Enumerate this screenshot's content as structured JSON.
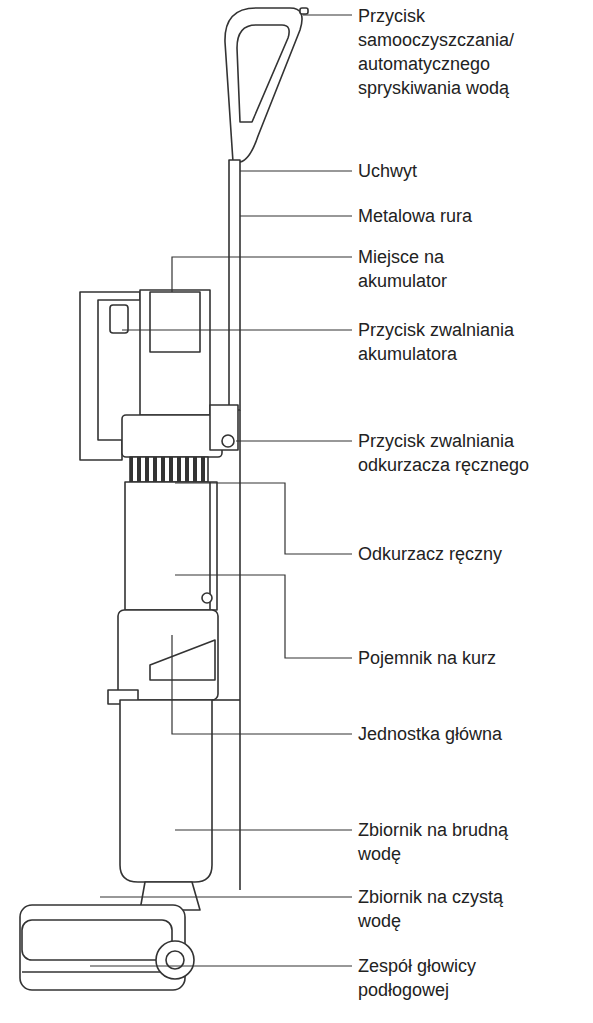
{
  "diagram": {
    "labels": [
      "Przycisk samooczyszczania/ automatycznego spryskiwania wodą",
      "Uchwyt",
      "Metalowa rura",
      "Miejsce na akumulator",
      "Przycisk zwalniania akumulatora",
      "Przycisk zwalniania odkurzacza ręcznego",
      "Odkurzacz ręczny",
      "Pojemnik na kurz",
      "Jednostka główna",
      "Zbiornik na brudną wodę",
      "Zbiornik na czystą wodę",
      "Zespół głowicy podłogowej"
    ]
  }
}
